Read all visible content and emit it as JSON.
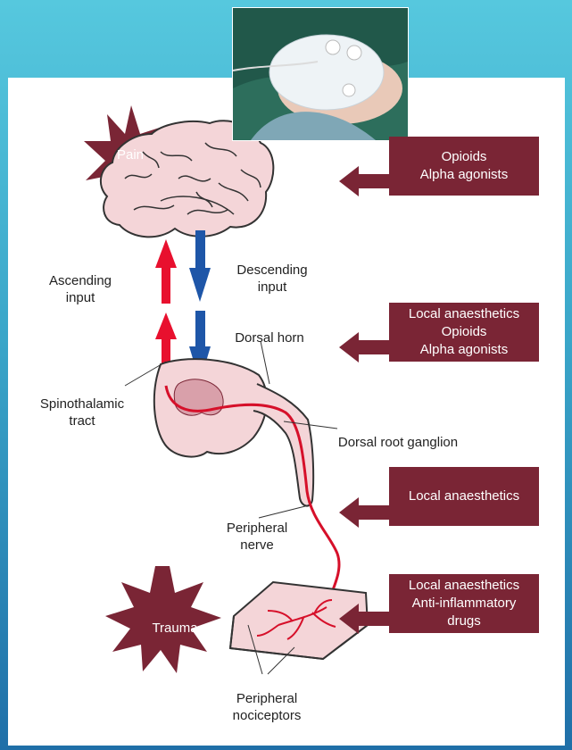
{
  "colors": {
    "accent": "#7a2535",
    "ascending_arrow": "#e8102e",
    "descending_arrow": "#1e56a8",
    "tissue": "#f4d5d8",
    "outline": "#333333"
  },
  "labels": {
    "pain": "Pain",
    "trauma": "Trauma",
    "ascending_input": [
      "Ascending",
      "input"
    ],
    "descending_input": [
      "Descending",
      "input"
    ],
    "dorsal_horn": "Dorsal horn",
    "spinothalamic_tract": [
      "Spinothalamic",
      "tract"
    ],
    "dorsal_root_ganglion": "Dorsal root ganglion",
    "peripheral_nerve": [
      "Peripheral",
      "nerve"
    ],
    "peripheral_nociceptors": [
      "Peripheral",
      "nociceptors"
    ]
  },
  "drug_boxes": [
    {
      "lines": [
        "Opioids",
        "Alpha agonists"
      ]
    },
    {
      "lines": [
        "Local anaesthetics",
        "Opioids",
        "Alpha agonists"
      ]
    },
    {
      "lines": [
        "Local anaesthetics"
      ]
    },
    {
      "lines": [
        "Local anaesthetics",
        "Anti-inflammatory",
        "drugs"
      ]
    }
  ]
}
